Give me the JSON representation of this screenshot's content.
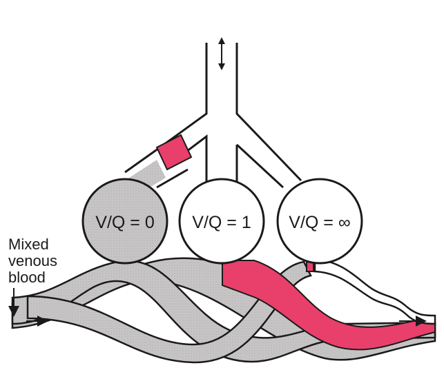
{
  "alveoli": [
    {
      "label": "V/Q = 0"
    },
    {
      "label": "V/Q = 1"
    },
    {
      "label": "V/Q = ∞"
    }
  ],
  "inflow_label": [
    "Mixed",
    "venous",
    "blood"
  ],
  "colors": {
    "oxygenated_blood": "#e8406a",
    "shunt_fill": "#b8bdb6",
    "vessel_fill": "#c9c7c7",
    "outline": "#1a1a1a",
    "background": "#ffffff"
  }
}
